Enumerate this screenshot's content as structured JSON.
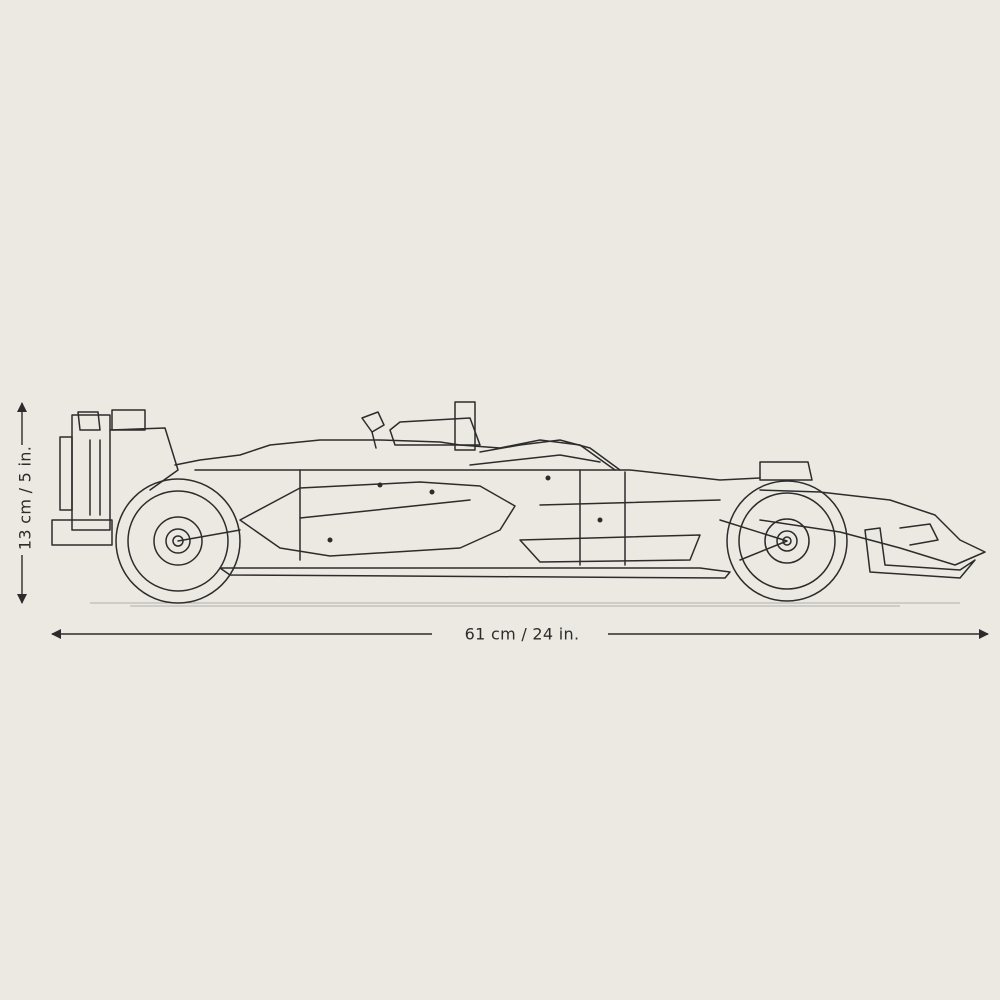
{
  "dimensions": {
    "height_label": "13 cm / 5 in.",
    "length_label": "61 cm / 24 in."
  },
  "colors": {
    "paper": "#ebe9e1",
    "ink": "#2c2c2c"
  },
  "subject": {
    "icon": "race-car-side-view-sketch"
  }
}
